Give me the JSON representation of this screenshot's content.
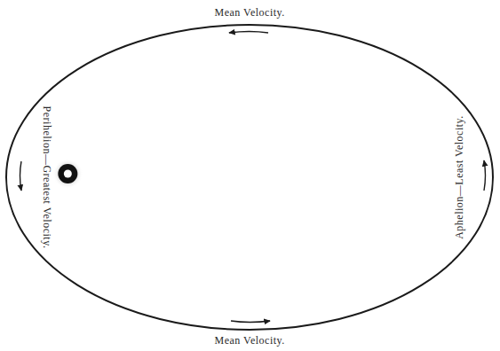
{
  "diagram": {
    "labels": [
      "Mean Velocity.",
      "Perihelion—Greatest Velocity.",
      "Aphelion—Least Velocity.",
      "Mean Velocity."
    ]
  }
}
